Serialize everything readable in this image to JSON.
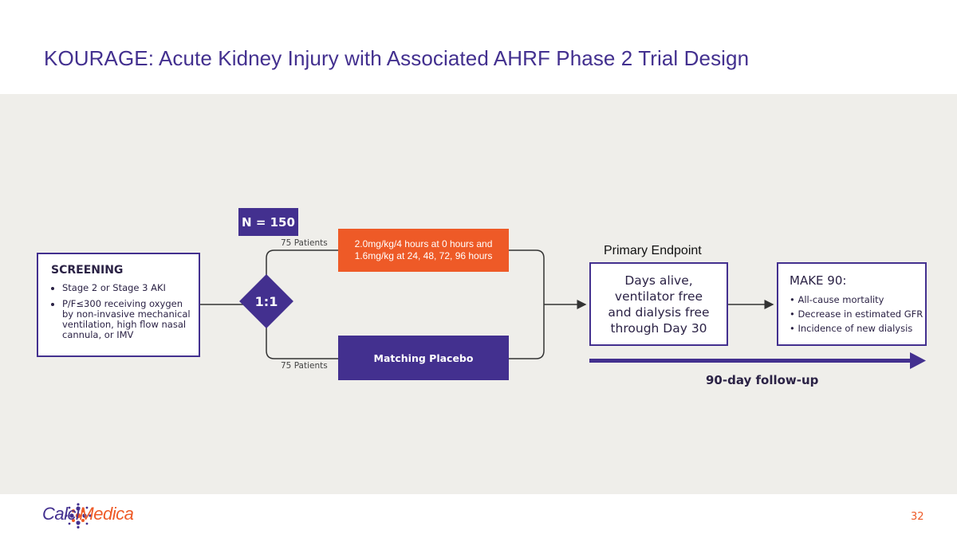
{
  "title": "KOURAGE: Acute Kidney Injury with Associated AHRF Phase 2 Trial Design",
  "screening": {
    "heading": "SCREENING",
    "items": [
      "Stage 2 or Stage 3 AKI",
      "P/F≤300 receiving oxygen by non-invasive mechanical ventilation, high flow nasal cannula, or IMV"
    ]
  },
  "n_label": "N = 150",
  "randomization": "1:1",
  "arm_top_patients": "75 Patients",
  "arm_bottom_patients": "75 Patients",
  "dose": {
    "line1": "2.0mg/kg/4 hours at 0 hours and",
    "line2": "1.6mg/kg at 24, 48, 72, 96 hours"
  },
  "placebo": "Matching Placebo",
  "primary_endpoint_label": "Primary Endpoint",
  "endpoint": {
    "line1": "Days alive,",
    "line2": "ventilator free",
    "line3": "and dialysis free",
    "line4": "through Day 30"
  },
  "make90": {
    "heading": "MAKE 90:",
    "items": [
      "All-cause mortality",
      "Decrease in estimated GFR",
      "Incidence of new dialysis"
    ]
  },
  "followup": "90-day follow-up",
  "logo": {
    "part1": "Calci",
    "part2": "Medica"
  },
  "page_number": "32",
  "colors": {
    "purple": "#43308f",
    "orange": "#ee5a27",
    "panel": "#efeeea"
  }
}
